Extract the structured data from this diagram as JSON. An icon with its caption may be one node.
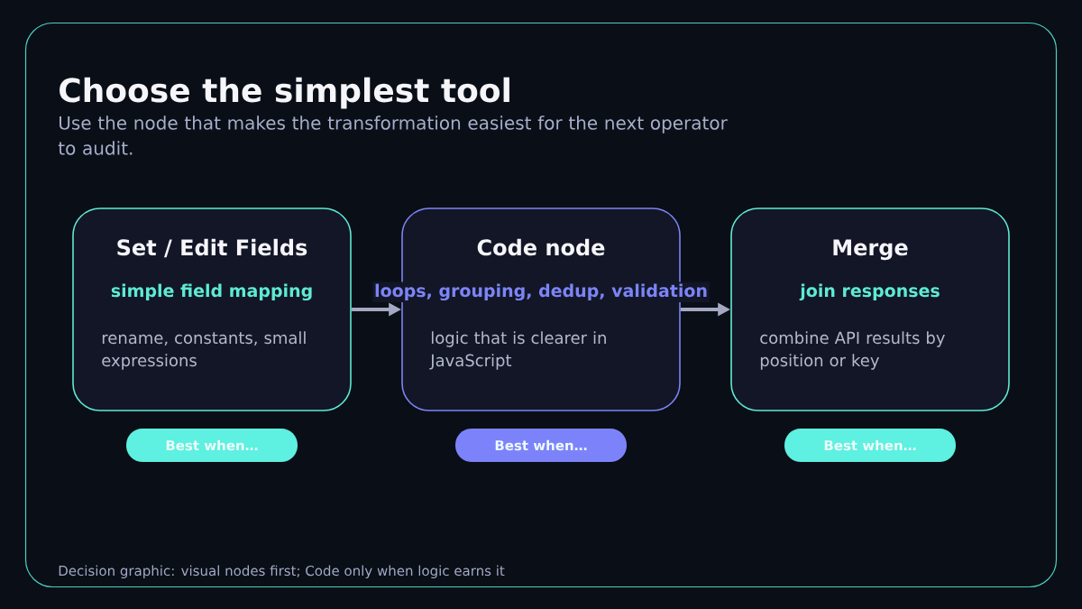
{
  "diagram": {
    "title": "Choose the simplest tool",
    "caption": "Decision graphic: visual nodes first; Code only when logic earns it",
    "nodes": [
      {
        "text": [
          "Set / Edit Fields",
          "simple field mapping",
          "rename, constants, small expressions"
        ]
      },
      {
        "text": [
          "Code node",
          "loops, grouping, dedup, validation",
          "logic that is clearer in JavaScript"
        ]
      },
      {
        "text": [
          "Merge",
          "join responses",
          "combine API results by position or key"
        ]
      },
      {
        "text": [
          "Best when…"
        ]
      },
      {
        "text": [
          "Best when…"
        ]
      },
      {
        "text": [
          "Best when…"
        ]
      }
    ],
    "edges": [
      {
        "from": 0,
        "to": 1,
        "arrow": "to"
      },
      {
        "from": 1,
        "to": 2,
        "arrow": "to"
      }
    ],
    "labels": [
      "Use the node that makes the transformation easiest for the next operator to audit."
    ]
  }
}
